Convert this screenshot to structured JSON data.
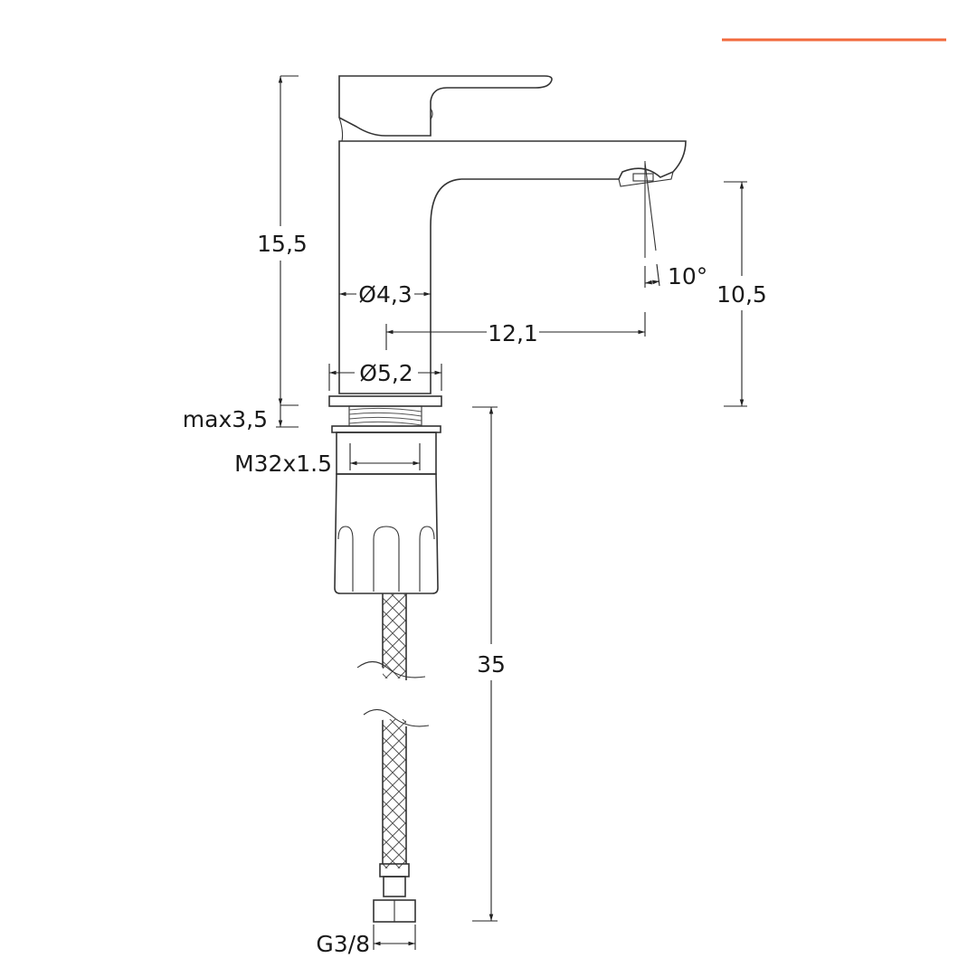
{
  "diagram": {
    "type": "technical-dimension-drawing",
    "subject": "single-lever basin faucet with flexible supply hose",
    "accent_color": "#F26A3D",
    "line_color": "#333333",
    "dimensions": {
      "height_total": "15,5",
      "mount_thickness": "max3,5",
      "body_diameter": "Ø4,3",
      "base_diameter": "Ø5,2",
      "spout_reach": "12,1",
      "spout_angle": "10°",
      "spout_height": "10,5",
      "thread": "M32x1.5",
      "hose_length": "35",
      "hose_connector": "G3/8"
    }
  }
}
